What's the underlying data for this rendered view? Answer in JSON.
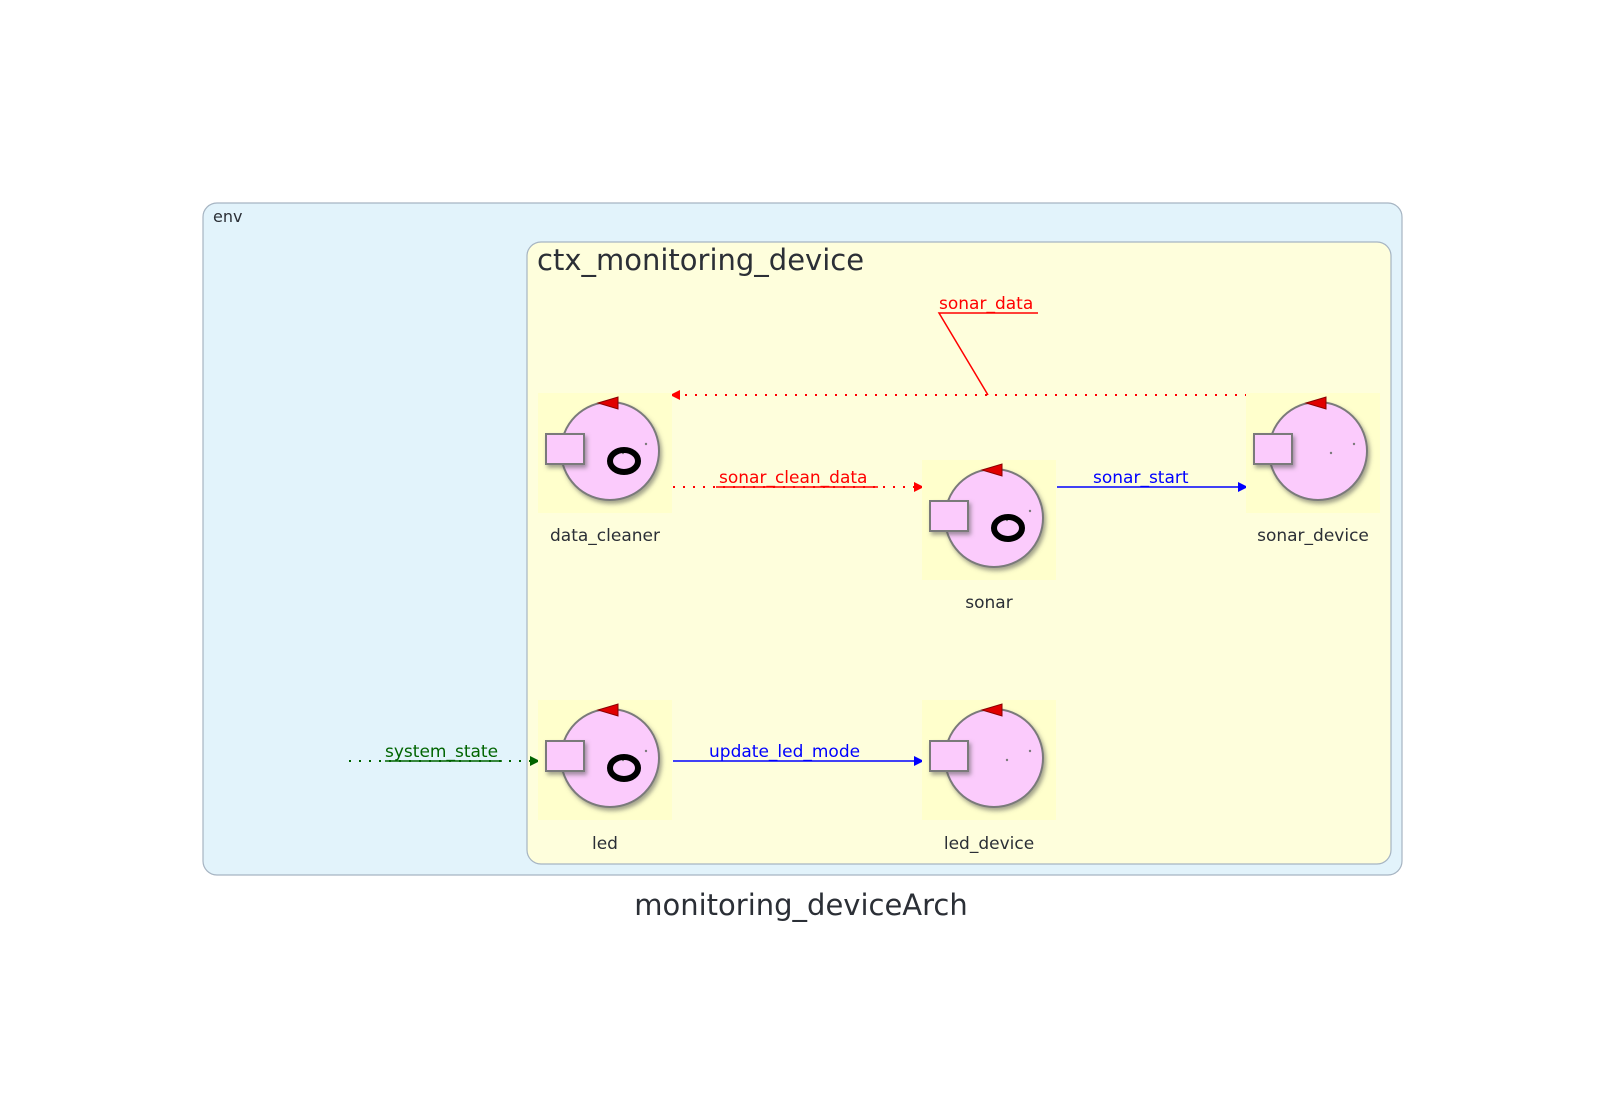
{
  "title": "monitoring_deviceArch",
  "clusters": {
    "env": {
      "label": "env",
      "fill": "#e2f3fb",
      "stroke": "#a6b4c2"
    },
    "context": {
      "label": "ctx_monitoring_device",
      "fill": "#fefedc",
      "stroke": "#a6b4c2"
    }
  },
  "nodes": {
    "data_cleaner": {
      "label": "data_cleaner",
      "icon": "actor-icon",
      "has_ring": true
    },
    "sonar": {
      "label": "sonar",
      "icon": "actor-icon",
      "has_ring": true
    },
    "sonar_device": {
      "label": "sonar_device",
      "icon": "actor-icon",
      "has_ring": false
    },
    "led": {
      "label": "led",
      "icon": "actor-icon",
      "has_ring": true
    },
    "led_device": {
      "label": "led_device",
      "icon": "actor-icon",
      "has_ring": false
    }
  },
  "edges": {
    "sonar_data": {
      "label": "sonar_data",
      "from": "sonar_device",
      "to": "data_cleaner",
      "style": "dotted",
      "color": "#ff0000"
    },
    "sonar_clean_data": {
      "label": "sonar_clean_data",
      "from": "data_cleaner",
      "to": "sonar",
      "style": "dotted",
      "color": "#ff0000"
    },
    "sonar_start": {
      "label": "sonar_start",
      "from": "sonar",
      "to": "sonar_device",
      "style": "solid",
      "color": "#0000ff"
    },
    "system_state": {
      "label": "system_state",
      "from": "external",
      "to": "led",
      "style": "dotted",
      "color": "#006400"
    },
    "update_led_mode": {
      "label": "update_led_mode",
      "from": "led",
      "to": "led_device",
      "style": "solid",
      "color": "#0000ff"
    }
  },
  "colors": {
    "node_background": "#ffffcc",
    "actor_fill": "#fbcbfc",
    "actor_stroke": "#7a7a7a",
    "arrow_red": "#ff0000",
    "arrow_blue": "#0000ff",
    "arrow_green": "#006400"
  }
}
